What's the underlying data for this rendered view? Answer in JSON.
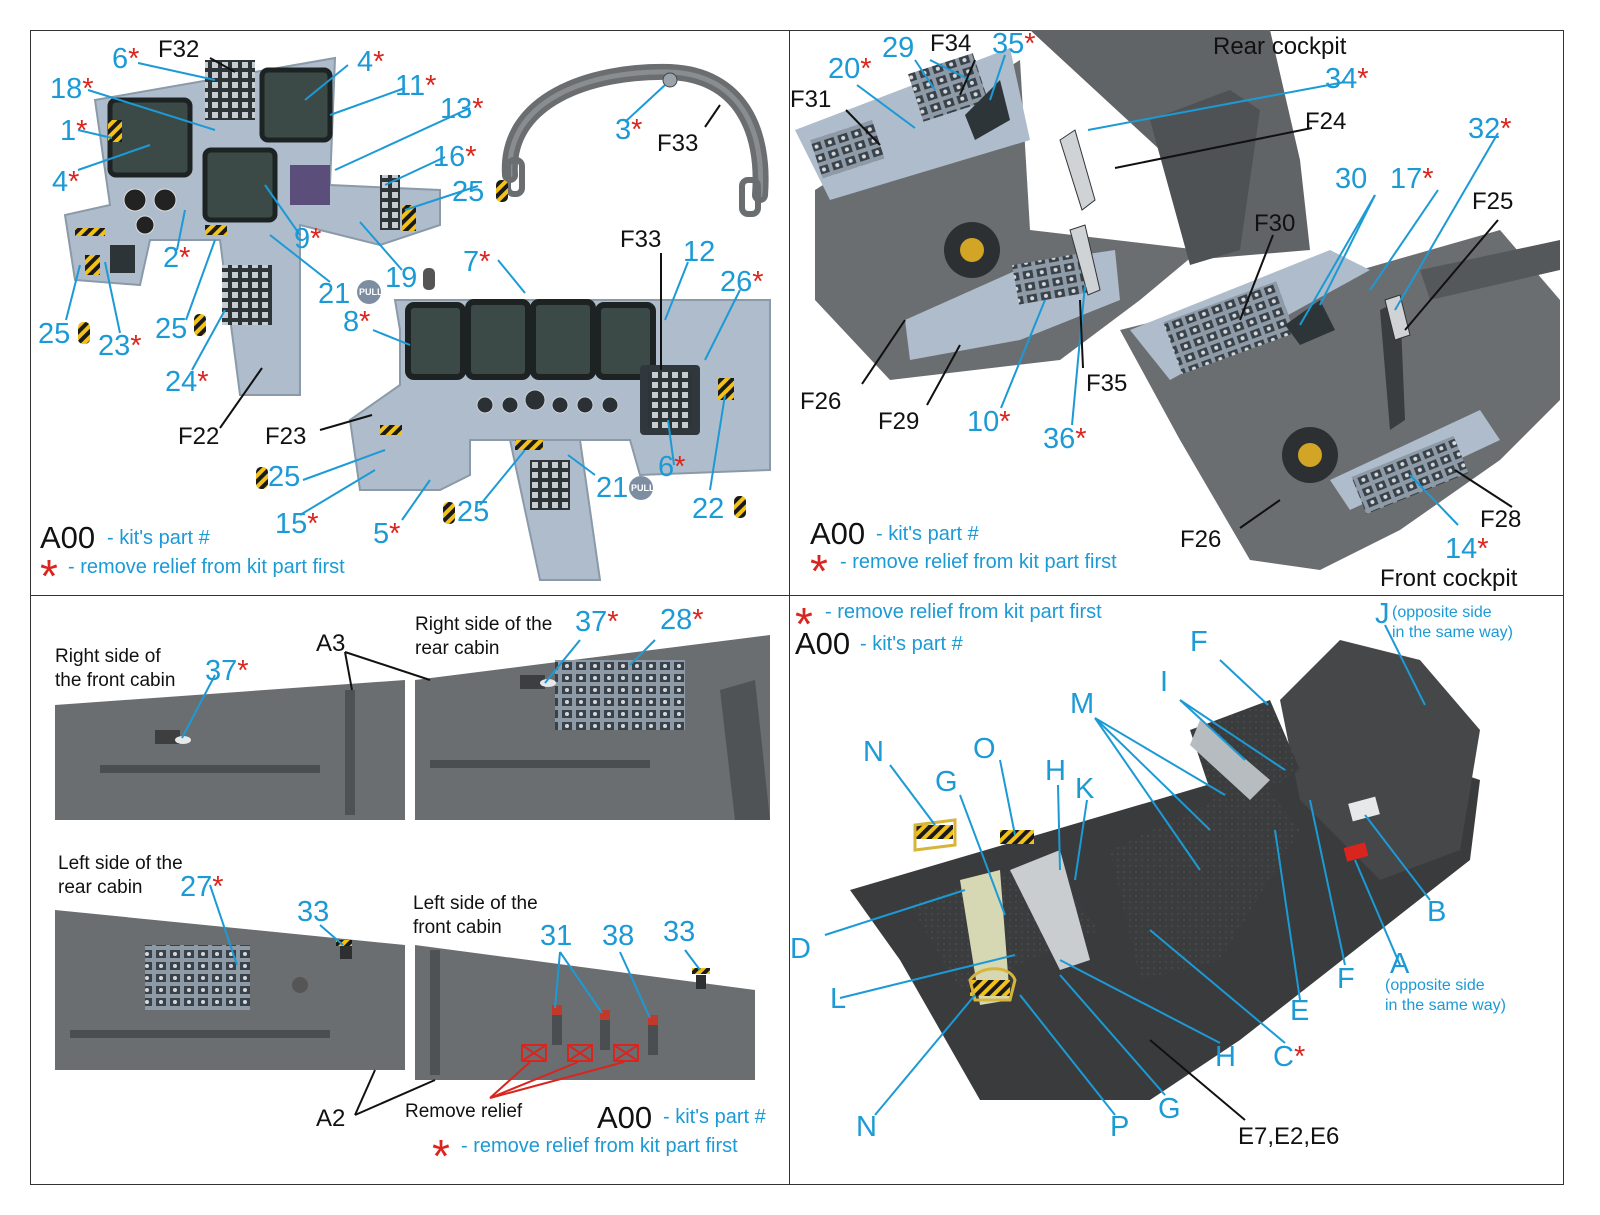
{
  "legend": {
    "code": "A00",
    "part_text": "- kit's part #",
    "star": "*",
    "relief_text": "- remove relief from kit part first"
  },
  "panel1": {
    "labels": {
      "n6": "6",
      "f32": "F32",
      "n4a": "4",
      "n18": "18",
      "n11": "11",
      "n1": "1",
      "n13": "13",
      "n4b": "4",
      "n16": "16",
      "n25a": "25",
      "n2": "2",
      "n9": "9",
      "n19": "19",
      "n21a": "21",
      "n25b": "25",
      "n25c": "25",
      "n23": "23",
      "n24": "24",
      "f22": "F22",
      "n3": "3",
      "f33a": "F33",
      "f33b": "F33",
      "n7": "7",
      "n12": "12",
      "n26": "26",
      "n8": "8",
      "f23": "F23",
      "n25d": "25",
      "n15": "15",
      "n5": "5",
      "n25e": "25",
      "n21b": "21",
      "n6b": "6",
      "n22": "22",
      "pull": "PULL"
    }
  },
  "panel2": {
    "title_rear": "Rear cockpit",
    "title_front": "Front cockpit",
    "labels": {
      "n29": "29",
      "f34": "F34",
      "n35": "35",
      "n20": "20",
      "n34": "34",
      "f31": "F31",
      "f24": "F24",
      "n32": "32",
      "n30": "30",
      "n17": "17",
      "f30": "F30",
      "f25": "F25",
      "f26a": "F26",
      "f29": "F29",
      "n10": "10",
      "f35": "F35",
      "n36": "36",
      "f26b": "F26",
      "n14": "14",
      "f28": "F28"
    }
  },
  "panel3": {
    "captions": {
      "rfc": "Right side of\nthe front cabin",
      "rrc": "Right side of the\nrear cabin",
      "lrc": "Left side of the\nrear cabin",
      "lfc": "Left side of the\nfront cabin",
      "remove": "Remove relief"
    },
    "labels": {
      "n37a": "37",
      "a3": "A3",
      "n37b": "37",
      "n28": "28",
      "n27": "27",
      "n33a": "33",
      "n31": "31",
      "n38": "38",
      "n33b": "33",
      "a2": "A2"
    }
  },
  "panel4": {
    "labels": {
      "J": "J",
      "J_note": "(opposite side\nin the same way)",
      "F1": "F",
      "I": "I",
      "M": "M",
      "N1": "N",
      "G1": "G",
      "O": "O",
      "H1": "H",
      "K": "K",
      "B": "B",
      "A": "A",
      "A_note": "(opposite side\nin the same way)",
      "D": "D",
      "F2": "F",
      "E": "E",
      "L": "L",
      "C": "C",
      "H2": "H",
      "N2": "N",
      "P": "P",
      "G2": "G",
      "E7": "E7,E2,E6"
    }
  },
  "colors": {
    "label_blue": "#1c9ad6",
    "star_red": "#d9251d",
    "panel_grey": "#aebccc",
    "part_grey": "#6b6e70",
    "screen": "#3c4a47",
    "seat_dark": "#3a3b3c"
  }
}
